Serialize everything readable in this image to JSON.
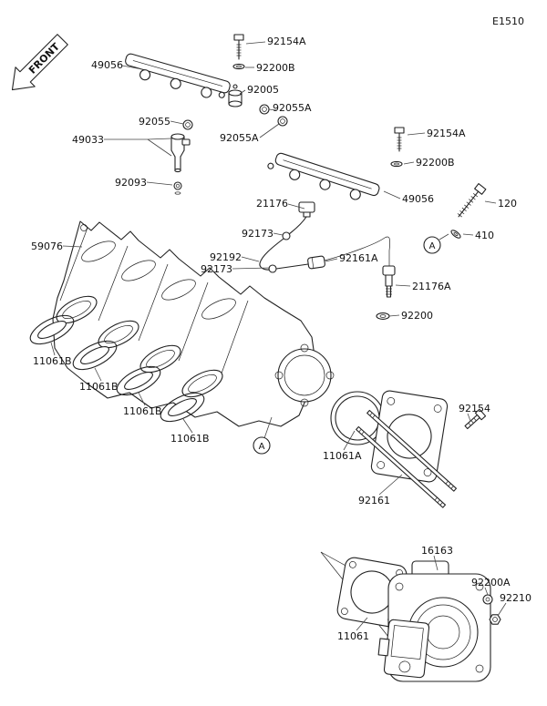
{
  "page": {
    "code": "E1510",
    "front_label": "FRONT",
    "callout_a": "A"
  },
  "labels": [
    {
      "id": "92154A-top",
      "text": "92154A"
    },
    {
      "id": "49056-top",
      "text": "49056"
    },
    {
      "id": "92200B-top",
      "text": "92200B"
    },
    {
      "id": "92005",
      "text": "92005"
    },
    {
      "id": "92055A-1",
      "text": "92055A"
    },
    {
      "id": "92055",
      "text": "92055"
    },
    {
      "id": "92055A-2",
      "text": "92055A"
    },
    {
      "id": "49033",
      "text": "49033"
    },
    {
      "id": "92154A-right",
      "text": "92154A"
    },
    {
      "id": "92200B-right",
      "text": "92200B"
    },
    {
      "id": "92093",
      "text": "92093"
    },
    {
      "id": "49056-right",
      "text": "49056"
    },
    {
      "id": "120",
      "text": "120"
    },
    {
      "id": "410",
      "text": "410"
    },
    {
      "id": "21176",
      "text": "21176"
    },
    {
      "id": "92173-1",
      "text": "92173"
    },
    {
      "id": "92192",
      "text": "92192"
    },
    {
      "id": "92173-2",
      "text": "92173"
    },
    {
      "id": "92161A",
      "text": "92161A"
    },
    {
      "id": "21176A",
      "text": "21176A"
    },
    {
      "id": "59076",
      "text": "59076"
    },
    {
      "id": "92200",
      "text": "92200"
    },
    {
      "id": "11061B-1",
      "text": "11061B"
    },
    {
      "id": "11061B-2",
      "text": "11061B"
    },
    {
      "id": "11061B-3",
      "text": "11061B"
    },
    {
      "id": "11061B-4",
      "text": "11061B"
    },
    {
      "id": "11061A",
      "text": "11061A"
    },
    {
      "id": "92154",
      "text": "92154"
    },
    {
      "id": "92161",
      "text": "92161"
    },
    {
      "id": "16163",
      "text": "16163"
    },
    {
      "id": "92200A",
      "text": "92200A"
    },
    {
      "id": "92210",
      "text": "92210"
    },
    {
      "id": "11061",
      "text": "11061"
    }
  ]
}
